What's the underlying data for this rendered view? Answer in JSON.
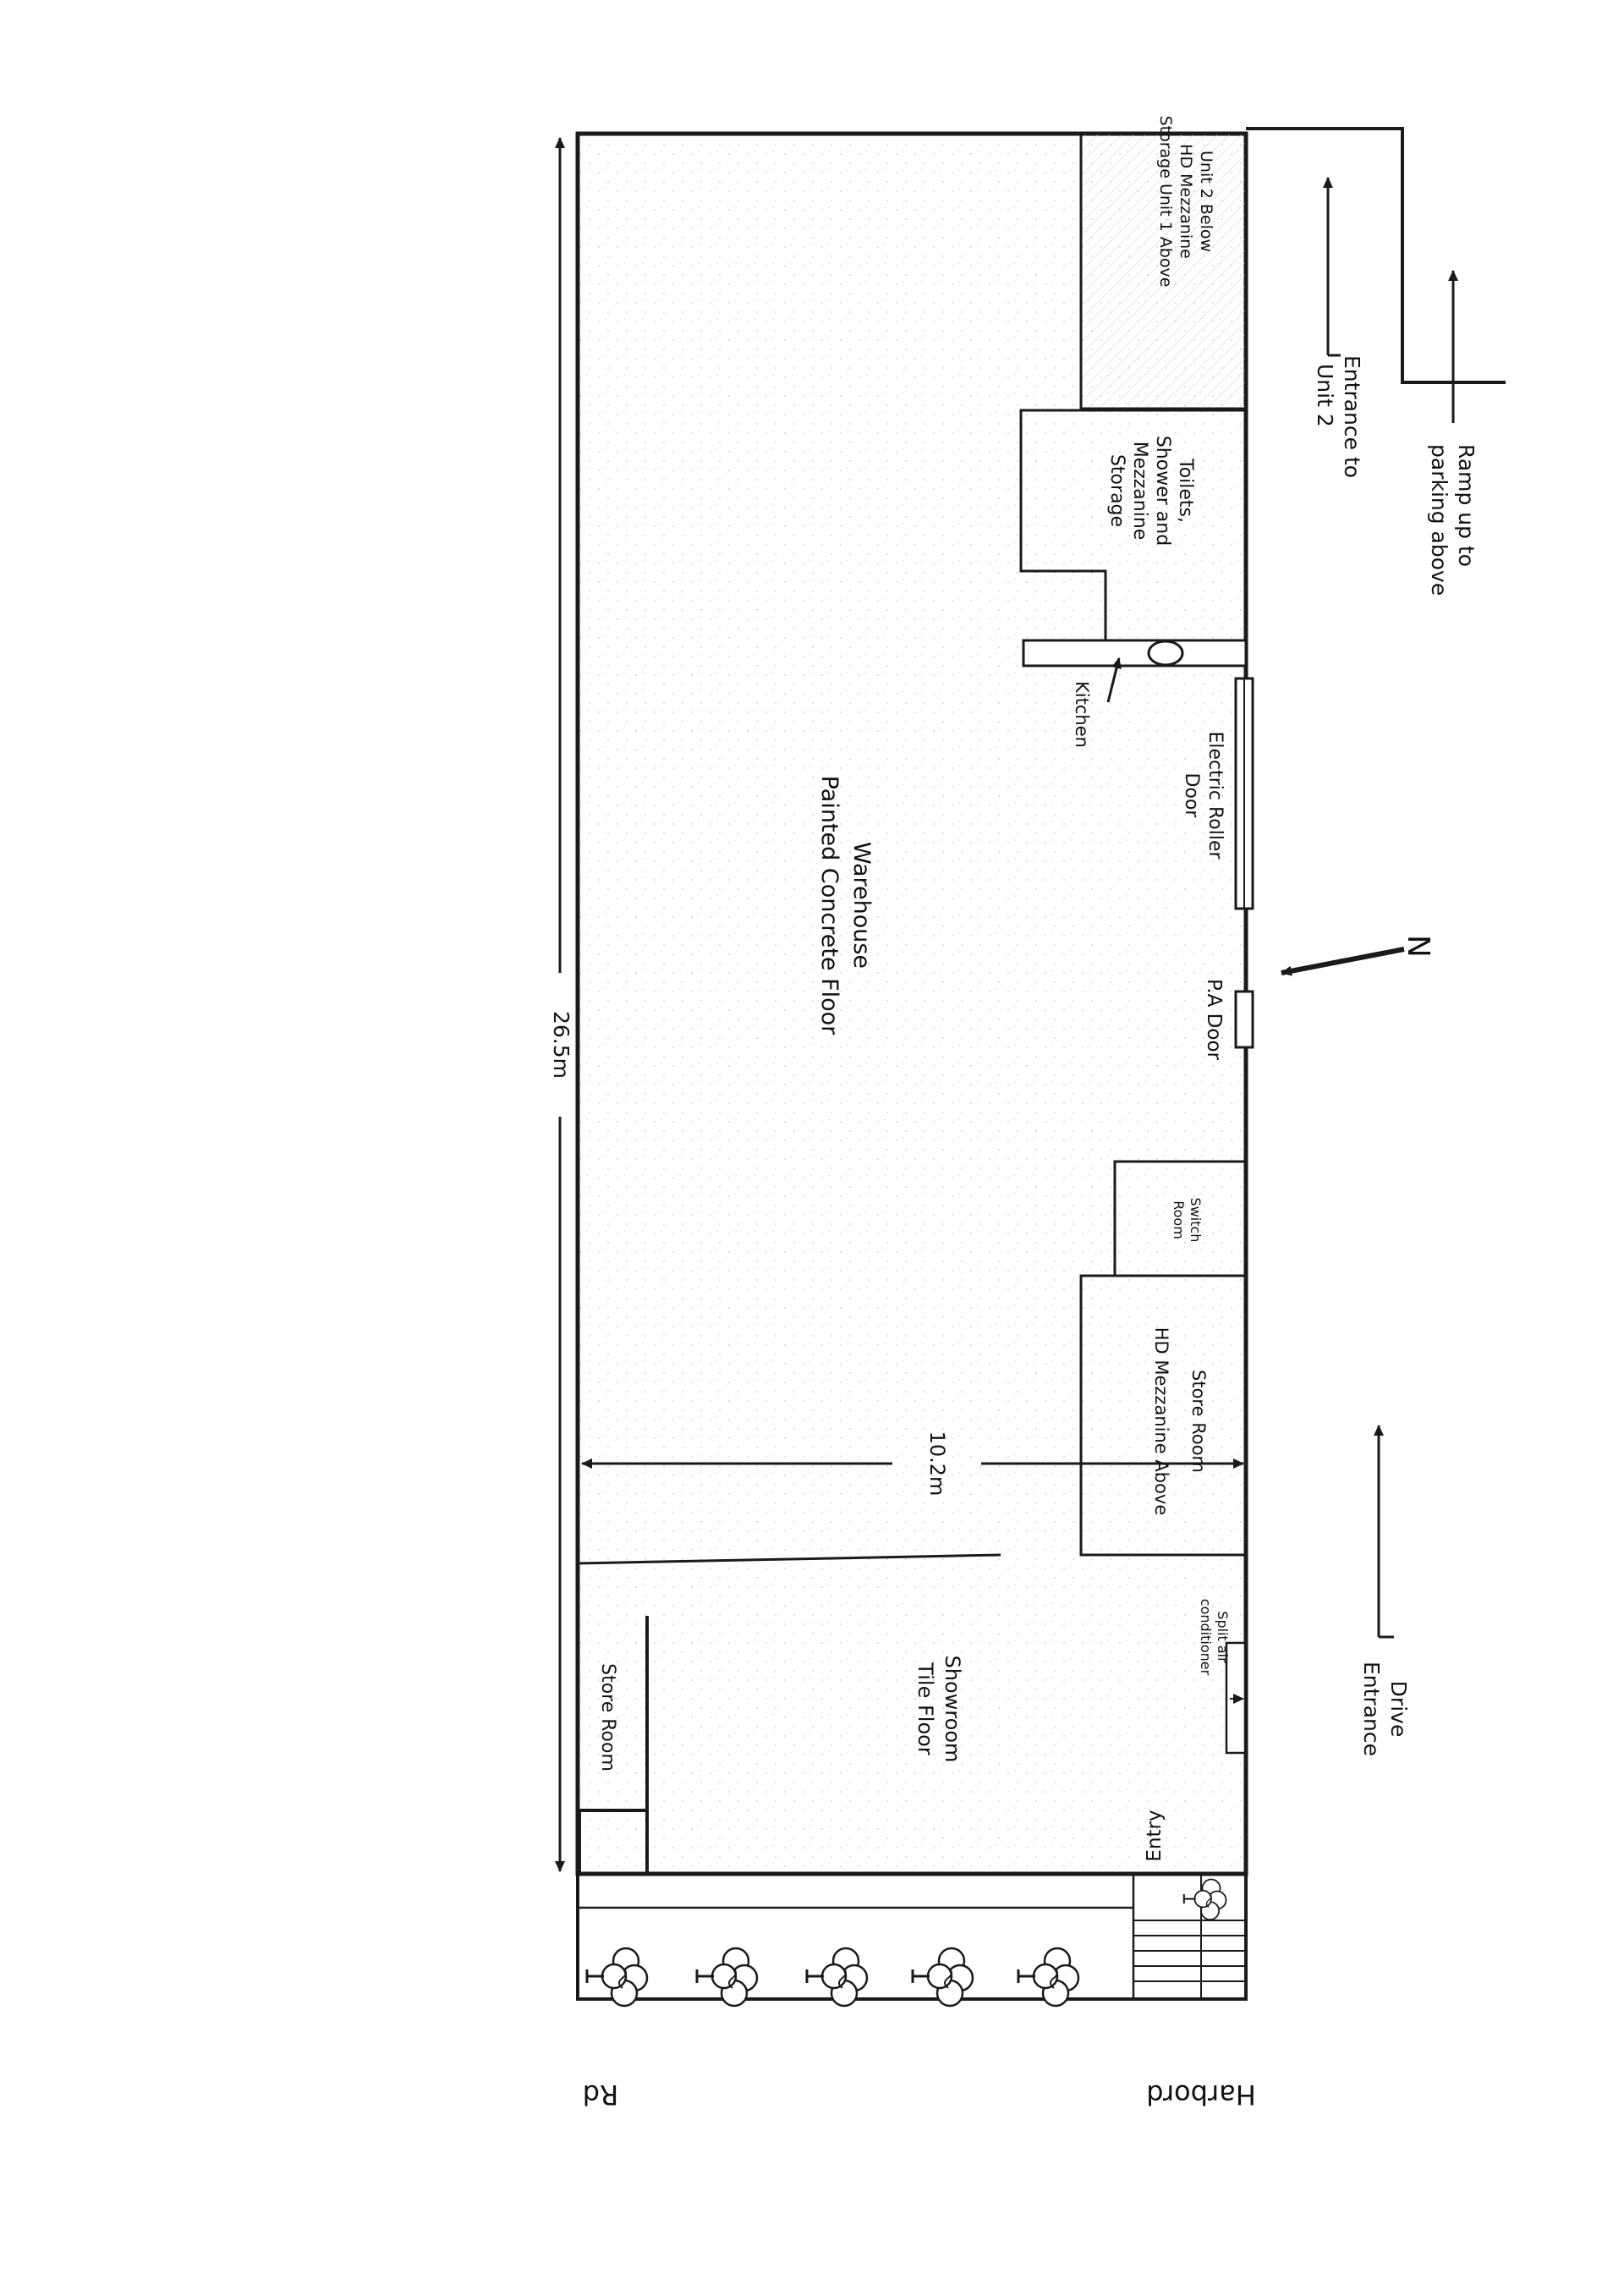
{
  "labels": {
    "ramp": [
      "Ramp up to",
      "parking above"
    ],
    "entrance_unit2": [
      "Entrance to",
      "Unit 2"
    ],
    "unit2": [
      "Unit 2 Below",
      "HD Mezzanine",
      "Storage Unit 1 Above"
    ],
    "toilets": [
      "Toilets,",
      "Shower and",
      "Mezzanine",
      "Storage"
    ],
    "kitchen": "Kitchen",
    "roller_door": [
      "Electric Roller",
      "Door"
    ],
    "warehouse": [
      "Warehouse",
      "Painted Concrete Floor"
    ],
    "pa_door": "P.A Door",
    "north": "N",
    "length": "26.5m",
    "switch_room": [
      "Switch",
      "Room"
    ],
    "store_room_mezz": [
      "Store Room",
      "HD Mezzanine Above"
    ],
    "width": "10.2m",
    "split_air": [
      "Split air",
      "conditioner"
    ],
    "drive_entrance": [
      "Drive",
      "Entrance"
    ],
    "showroom": [
      "Showroom",
      "Tile Floor"
    ],
    "store_room_small": "Store Room",
    "entry": "Entry",
    "road_name_1": "Harbord",
    "road_name_2": "Rd"
  },
  "colors": {
    "line": "#1a1a1a",
    "hatch": "#dcdcdc",
    "speckle": "#c8c8c8"
  }
}
